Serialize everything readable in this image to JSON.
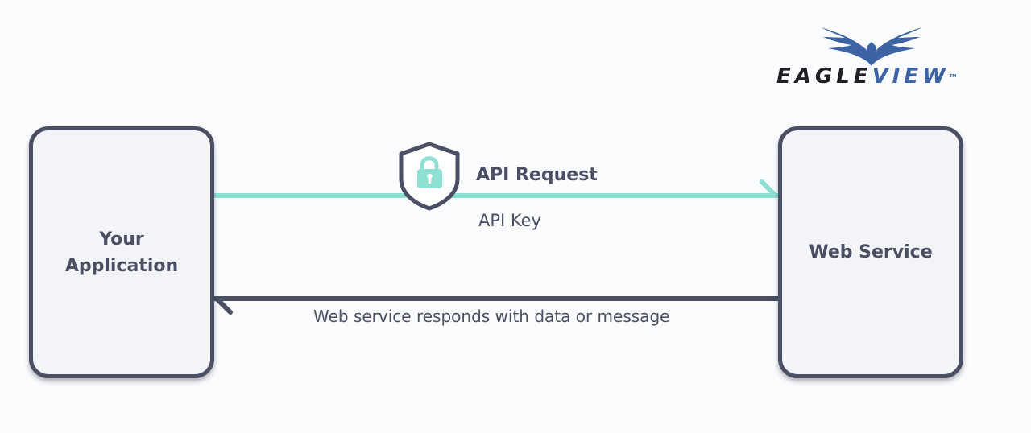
{
  "nodes": {
    "client": {
      "label": "Your\nApplication"
    },
    "server": {
      "label": "Web Service"
    }
  },
  "edges": {
    "request": {
      "label": "API Request",
      "sublabel": "API Key"
    },
    "response": {
      "label": "Web service responds with data or message"
    }
  },
  "logo": {
    "word_part1": "EAGLE",
    "word_part2": "VIEW",
    "trademark": "TM"
  },
  "icons": {
    "security": "shield-lock-icon",
    "brand": "eagle-icon"
  },
  "colors": {
    "request_line": "#8ee0d2",
    "response_line": "#4a4f63",
    "node_border": "#4a4f63",
    "node_fill": "#f3f4f8",
    "text": "#4a4f63",
    "brand_blue": "#3d63a4",
    "brand_dark": "#1f1f24"
  }
}
